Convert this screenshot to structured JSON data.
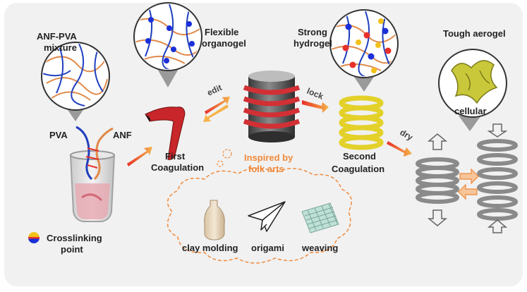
{
  "labels": {
    "mixture_line1": "ANF-PVA",
    "mixture_line2": "mixture",
    "organogel_line1": "Flexible",
    "organogel_line2": "organogel",
    "hydrogel_line1": "Strong",
    "hydrogel_line2": "hydrogel",
    "aerogel": "Tough aerogel",
    "pva": "PVA",
    "anf": "ANF",
    "first_coag_line1": "First",
    "first_coag_line2": "Coagulation",
    "second_coag_line1": "Second",
    "second_coag_line2": "Coagulation",
    "edit": "edit",
    "lock": "lock",
    "dry": "dry",
    "inspired_line1": "Inspired by",
    "inspired_line2": "folk arts",
    "cellular": "cellular",
    "crosslink_line1": "Crosslinking",
    "crosslink_line2": "point",
    "clay_molding": "clay molding",
    "origami": "origami",
    "weaving": "weaving"
  },
  "colors": {
    "panel_bg": "#f1f1f1",
    "anf_fiber": "#e08a4a",
    "pva_chain": "#1f3fbf",
    "crosslink_blue": "#1a2fd8",
    "crosslink_red": "#e8302a",
    "crosslink_yellow": "#f2c21a",
    "accent_orange": "#f08a3c",
    "red_ribbon": "#c8262a",
    "yellow_spring": "#e3d12a",
    "gray_spring": "#8a8a8a",
    "aerogel_green": "#c9c83a"
  },
  "icons": {
    "beaker": "beaker-icon",
    "bottle": "clay-bottle-icon",
    "paper_plane": "paper-plane-icon",
    "woven_mat": "woven-mat-icon",
    "compress_arrow": "compress-arrow-icon",
    "expand_arrow": "expand-arrow-icon"
  }
}
